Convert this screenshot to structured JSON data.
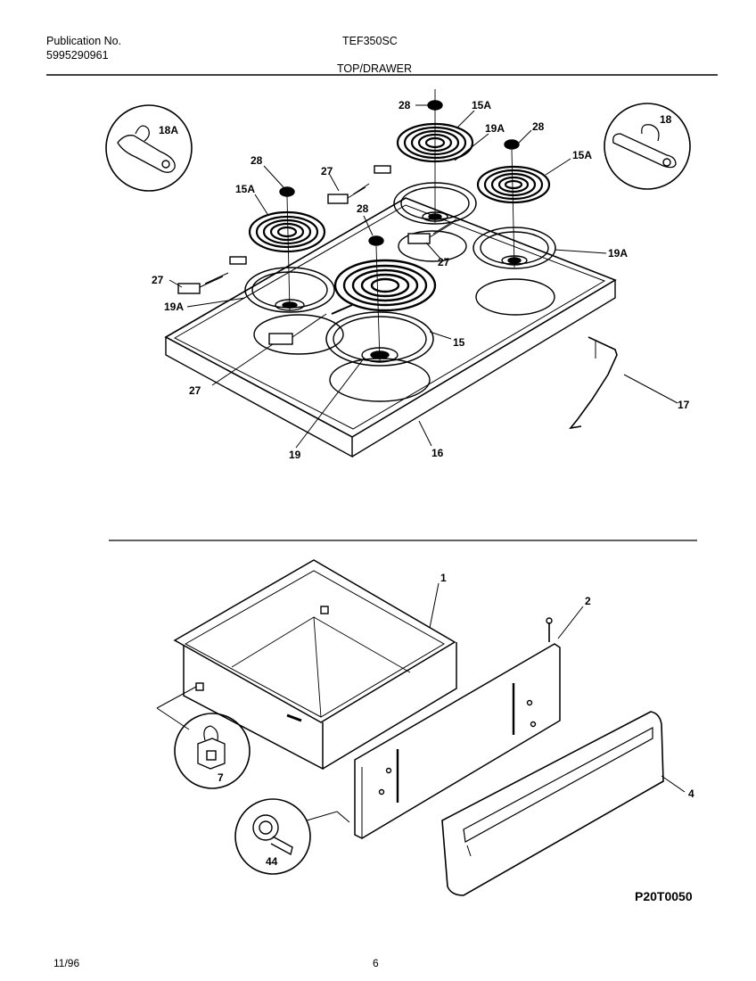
{
  "header": {
    "publication_label": "Publication No.",
    "publication_number": "5995290961",
    "model": "TEF350SC",
    "section": "TOP/DRAWER"
  },
  "footer": {
    "date": "11/96",
    "page": "6"
  },
  "diagram": {
    "code": "P20T0050",
    "callouts": {
      "c18A": "18A",
      "c18": "18",
      "c28a": "28",
      "c28b": "28",
      "c28c": "28",
      "c28d": "28",
      "c15Aa": "15A",
      "c15Ab": "15A",
      "c15Ac": "15A",
      "c19Aa": "19A",
      "c19Ab": "19A",
      "c19Ac": "19A",
      "c27a": "27",
      "c27b": "27",
      "c27c": "27",
      "c27d": "27",
      "c15": "15",
      "c17": "17",
      "c16": "16",
      "c19": "19",
      "c1": "1",
      "c2": "2",
      "c4": "4",
      "c7": "7",
      "c44": "44"
    }
  }
}
